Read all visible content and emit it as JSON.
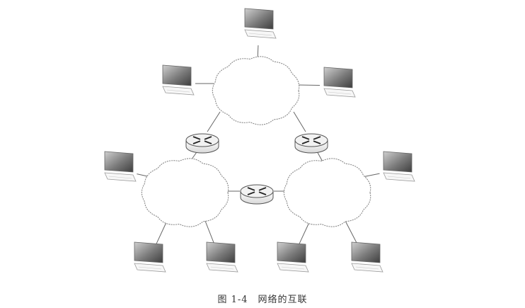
{
  "figure": {
    "number": "图 1-4",
    "title": "网络的互联"
  },
  "networks": [
    {
      "name": "top-network",
      "hosts": 3
    },
    {
      "name": "left-network",
      "hosts": 3
    },
    {
      "name": "right-network",
      "hosts": 3
    }
  ],
  "routers": [
    {
      "name": "router-top-left",
      "connects": [
        "top-network",
        "left-network"
      ]
    },
    {
      "name": "router-top-right",
      "connects": [
        "top-network",
        "right-network"
      ]
    },
    {
      "name": "router-bottom",
      "connects": [
        "left-network",
        "right-network"
      ]
    }
  ],
  "colors": {
    "line": "#666666",
    "cloud_fill": "#ffffff",
    "cloud_stroke": "#8a8a8a",
    "screen_dark": "#4a4a4a",
    "screen_light": "#bdbdbd",
    "router_fill": "#f2f2f2"
  },
  "icons": {
    "host": "computer-terminal-icon",
    "router": "router-icon",
    "network": "cloud-icon"
  }
}
